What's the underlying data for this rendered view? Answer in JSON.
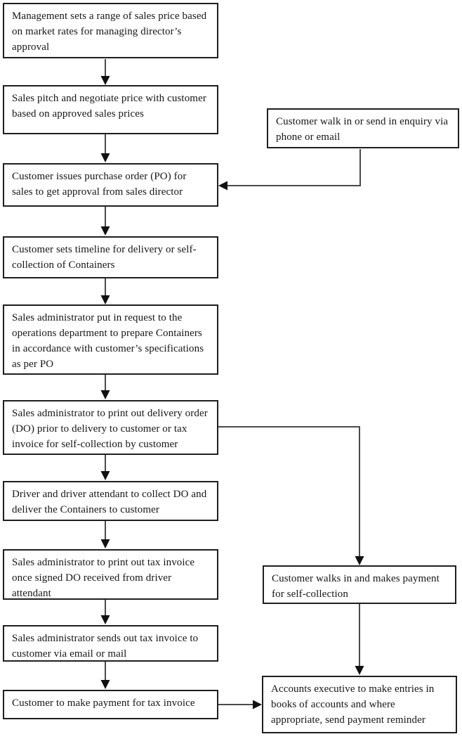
{
  "flowchart": {
    "colors": {
      "background": "#ffffff",
      "node_border": "#1f1f1f",
      "connector": "#4a4a4a",
      "arrowhead": "#111111",
      "text": "#161616"
    },
    "nodes": [
      {
        "id": "set-price-range",
        "text": "Management sets a range of sales price based on market rates for managing director’s approval"
      },
      {
        "id": "sales-pitch",
        "text": "Sales pitch and negotiate price with customer based on approved sales prices"
      },
      {
        "id": "customer-enquiry",
        "text": "Customer walk in or send in enquiry via phone or email"
      },
      {
        "id": "customer-po",
        "text": "Customer issues purchase order (PO) for sales to get approval from sales director"
      },
      {
        "id": "delivery-timeline",
        "text": "Customer sets timeline for delivery or self-collection of Containers"
      },
      {
        "id": "request-operations",
        "text": "Sales administrator put in request to the operations department to prepare Containers in accordance with customer’s specifications as per PO"
      },
      {
        "id": "print-do",
        "text": "Sales administrator to print out delivery order (DO) prior to delivery to customer or tax invoice for self-collection by customer"
      },
      {
        "id": "driver-deliver",
        "text": "Driver and driver attendant to collect DO and deliver the Containers to customer"
      },
      {
        "id": "print-tax-invoice",
        "text": "Sales administrator to print out tax invoice once signed DO received from driver attendant"
      },
      {
        "id": "send-tax-invoice",
        "text": "Sales administrator sends out tax invoice to customer via email or mail"
      },
      {
        "id": "customer-payment",
        "text": "Customer to make payment for tax invoice"
      },
      {
        "id": "walkin-payment",
        "text": "Customer walks in and makes payment for self-collection"
      },
      {
        "id": "accounts-entries",
        "text": "Accounts executive to make entries in books of accounts and where appropriate, send payment reminder"
      }
    ],
    "edges": [
      {
        "from": "set-price-range",
        "to": "sales-pitch"
      },
      {
        "from": "sales-pitch",
        "to": "customer-po"
      },
      {
        "from": "customer-enquiry",
        "to": "customer-po"
      },
      {
        "from": "customer-po",
        "to": "delivery-timeline"
      },
      {
        "from": "delivery-timeline",
        "to": "request-operations"
      },
      {
        "from": "request-operations",
        "to": "print-do"
      },
      {
        "from": "print-do",
        "to": "driver-deliver"
      },
      {
        "from": "print-do",
        "to": "walkin-payment"
      },
      {
        "from": "driver-deliver",
        "to": "print-tax-invoice"
      },
      {
        "from": "print-tax-invoice",
        "to": "send-tax-invoice"
      },
      {
        "from": "send-tax-invoice",
        "to": "customer-payment"
      },
      {
        "from": "customer-payment",
        "to": "accounts-entries"
      },
      {
        "from": "walkin-payment",
        "to": "accounts-entries"
      }
    ]
  }
}
